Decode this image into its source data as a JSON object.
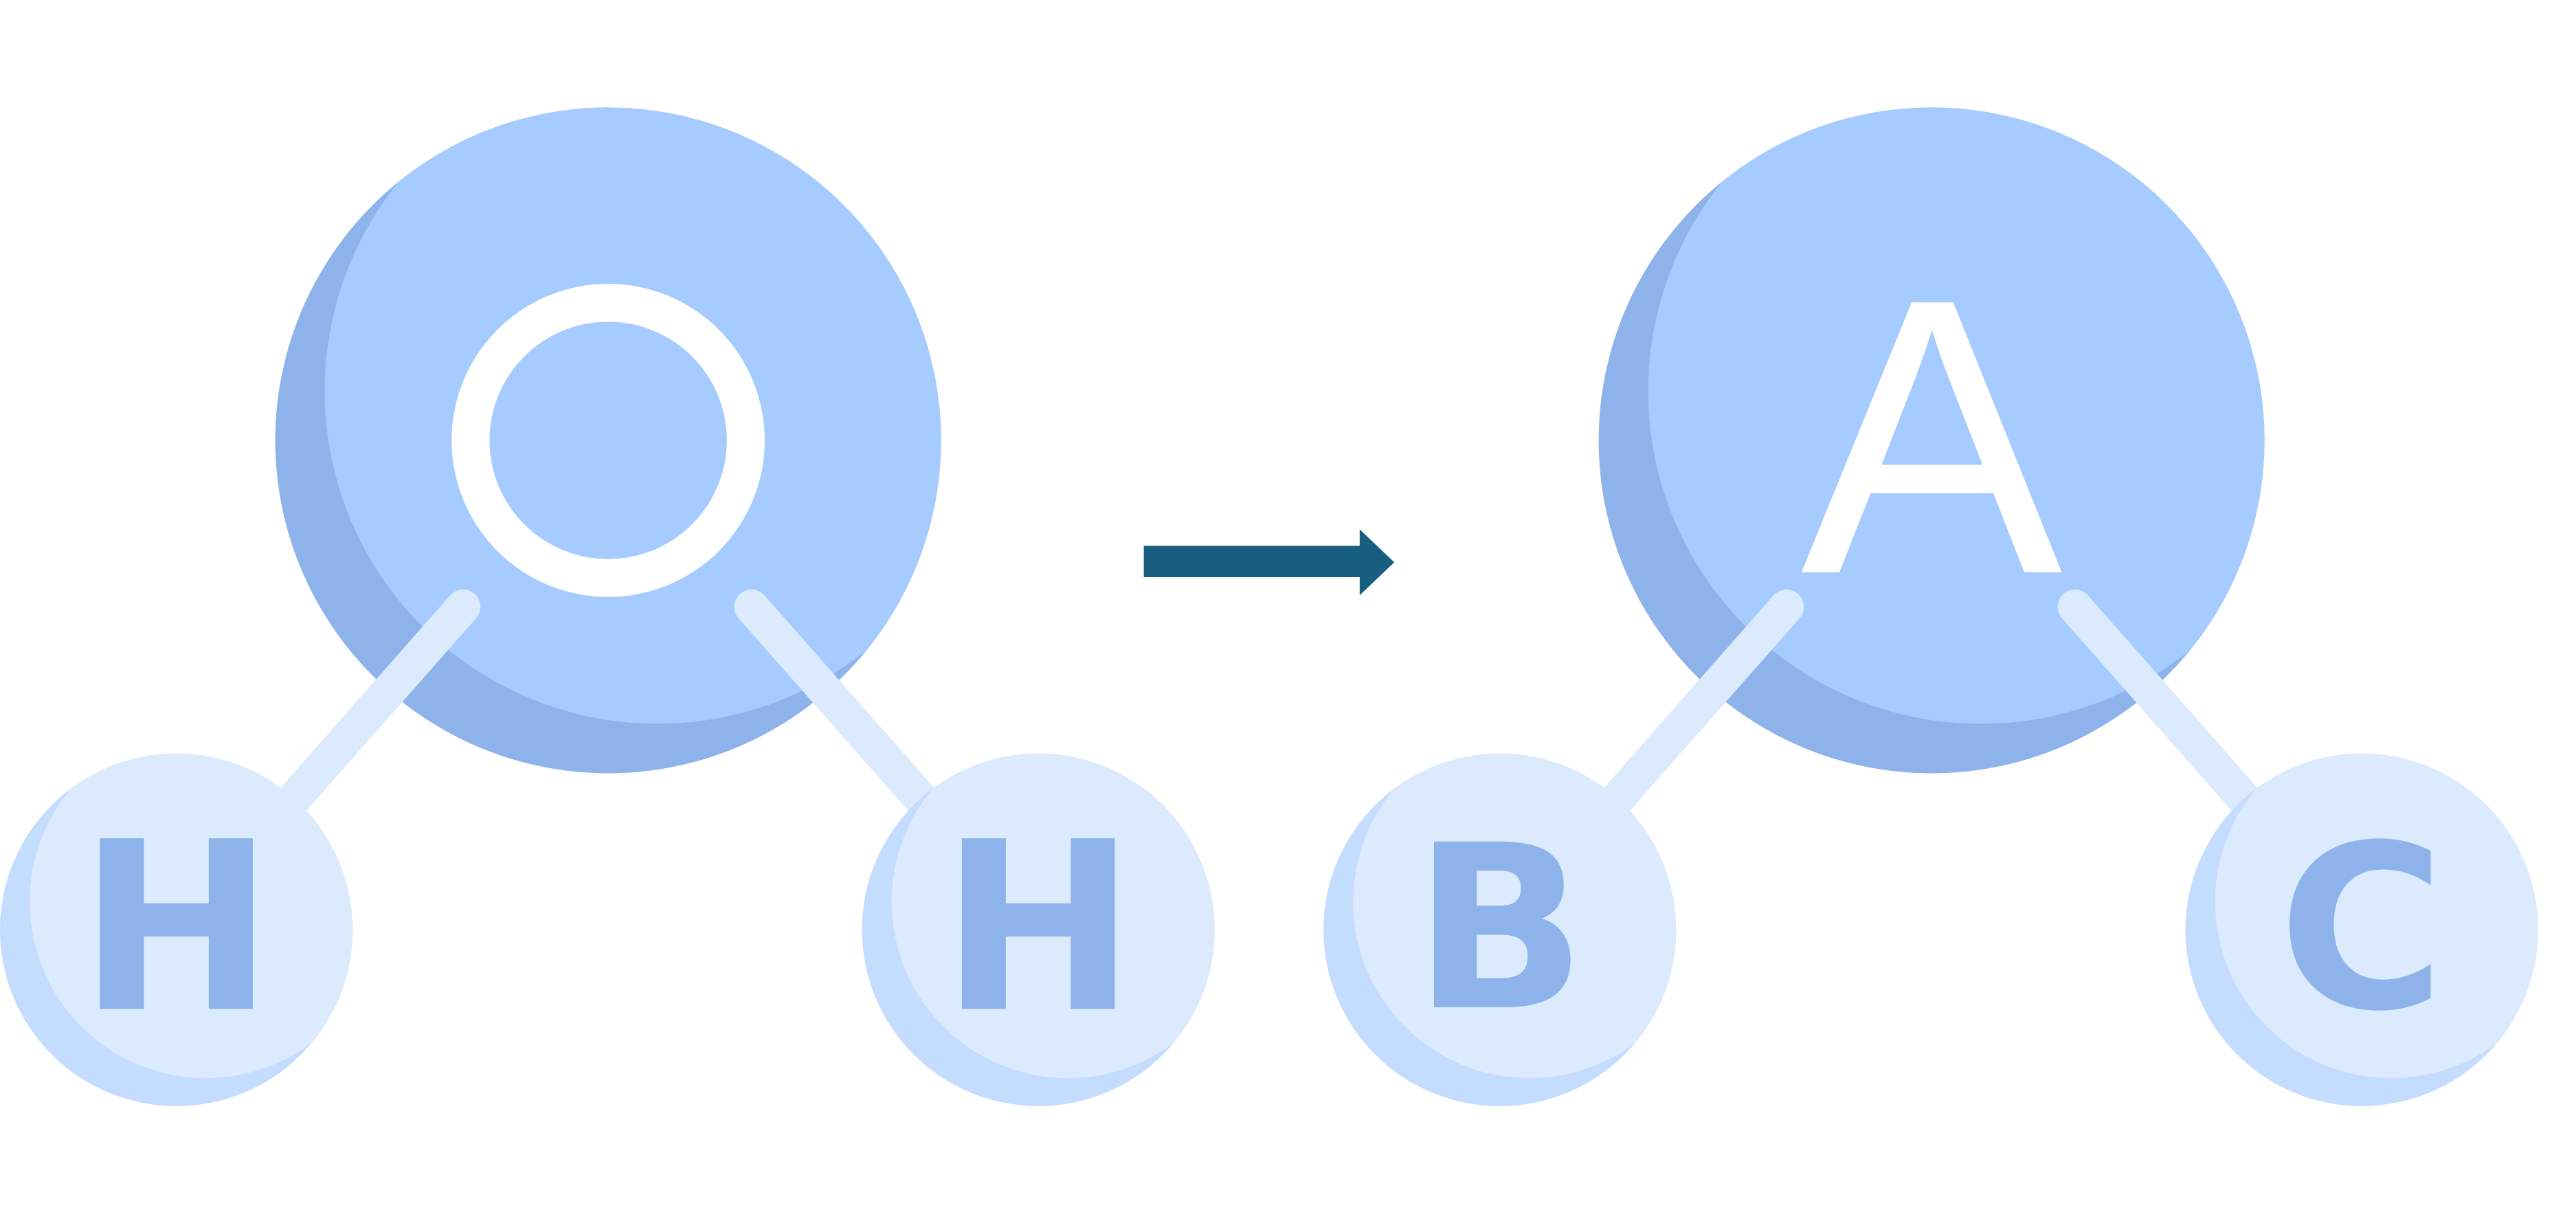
{
  "colors": {
    "background": "#ffffff",
    "large_atom": "#a6cbfe",
    "large_atom_shadow": "#8db3ea",
    "small_atom": "#dceafe",
    "small_atom_shadow": "#c4dcfd",
    "bond": "#dceafe",
    "letter_large": "#ffffff",
    "letter_small": "#8db3ea",
    "arrow": "#175e80"
  },
  "molecules": [
    {
      "center_label": "O",
      "left_label": "H",
      "right_label": "H"
    },
    {
      "center_label": "A",
      "left_label": "B",
      "right_label": "C"
    }
  ],
  "arrow": {
    "icon": "right-arrow-icon"
  }
}
